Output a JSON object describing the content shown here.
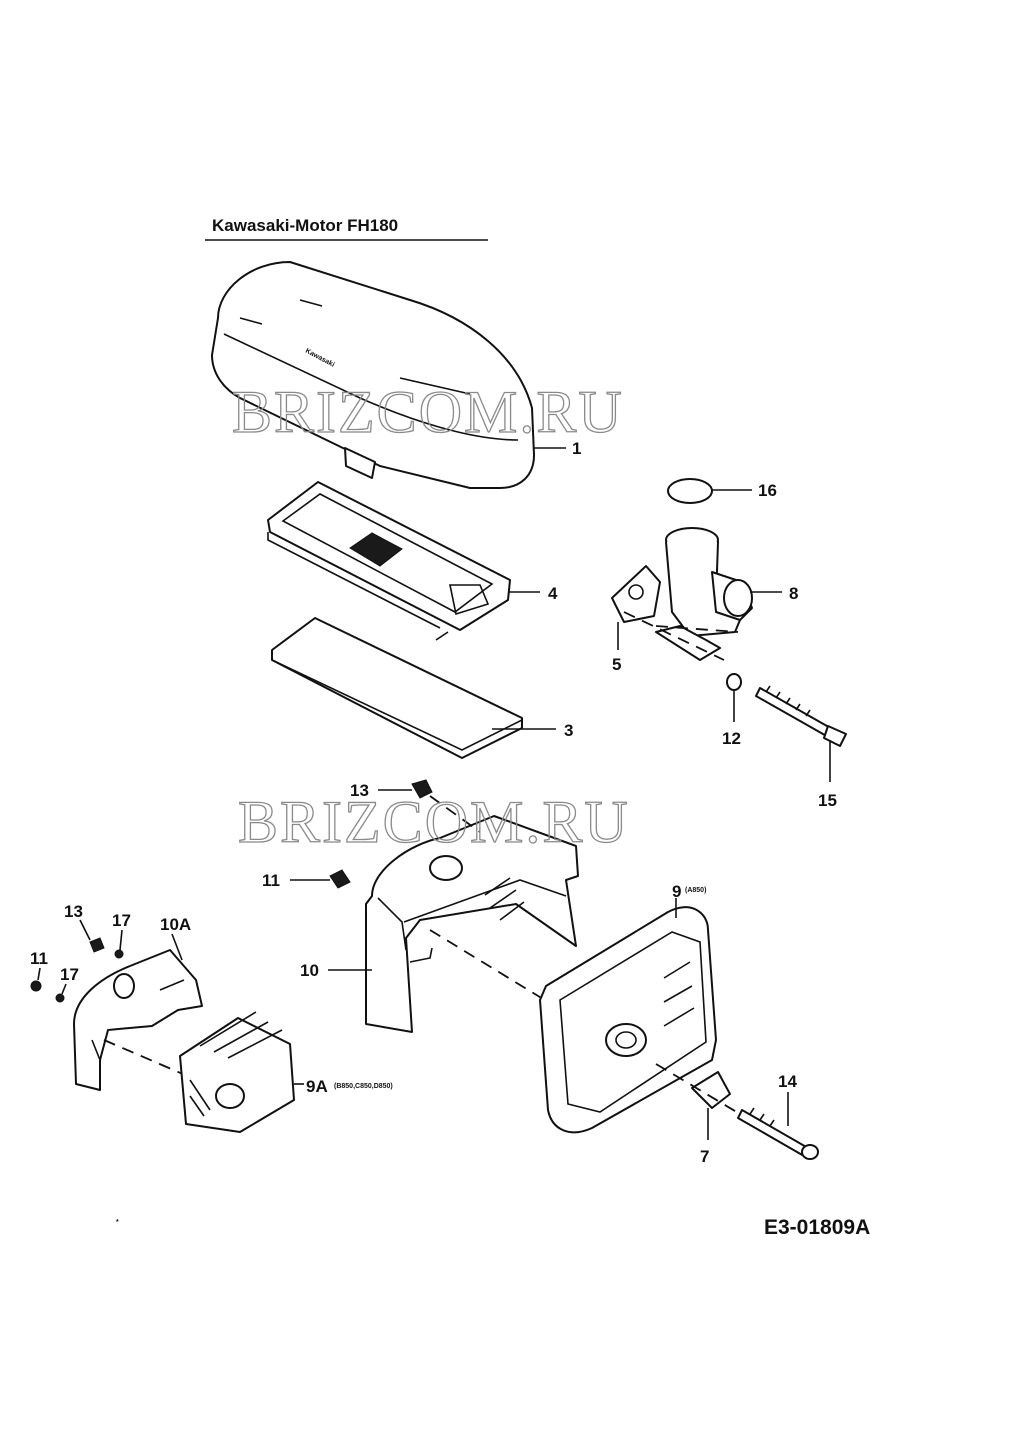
{
  "title": "Kawasaki-Motor FH180",
  "drawing_code": "E3-01809A",
  "watermark": "BRIZCOM.RU",
  "cover_logo": "Kawasaki",
  "stray_mark": "*",
  "callouts": {
    "c1": "1",
    "c3": "3",
    "c4": "4",
    "c5": "5",
    "c7": "7",
    "c8": "8",
    "c9": "9",
    "c9_note": "(A850)",
    "c9a": "9A",
    "c9a_note": "(B850,C850,D850)",
    "c10": "10",
    "c10a": "10A",
    "c11a": "11",
    "c11b": "11",
    "c12": "12",
    "c13a": "13",
    "c13b": "13",
    "c14": "14",
    "c15": "15",
    "c16": "16",
    "c17a": "17",
    "c17b": "17"
  },
  "colors": {
    "ink": "#111111",
    "watermark": "#8a8a8a",
    "background": "#ffffff"
  }
}
